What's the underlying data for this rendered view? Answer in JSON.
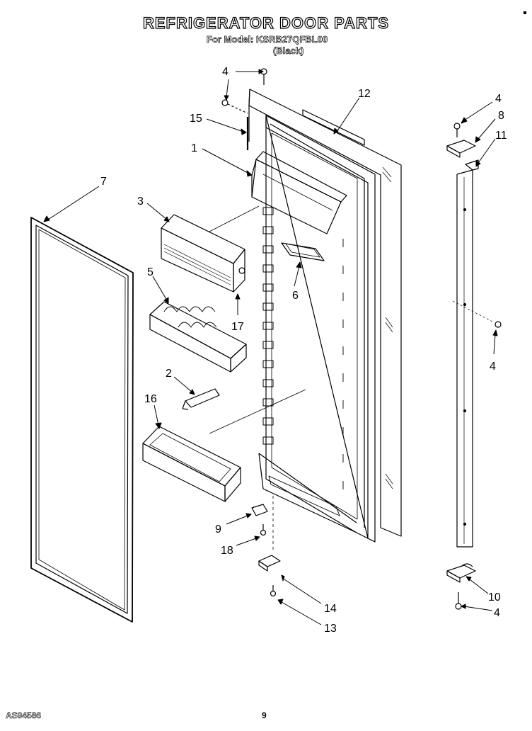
{
  "header": {
    "title": "REFRIGERATOR DOOR PARTS",
    "model_line": "For Model: KSRB27QFBL00",
    "color_line": "(Black)"
  },
  "footer": {
    "code": "AS94586",
    "page": "9"
  },
  "callouts": {
    "c4a": "4",
    "c15": "15",
    "c1": "1",
    "c12": "12",
    "c7": "7",
    "c3": "3",
    "c6": "6",
    "c5": "5",
    "c17": "17",
    "c2": "2",
    "c16": "16",
    "c9": "9",
    "c18": "18",
    "c14": "14",
    "c13": "13",
    "c4b": "4",
    "c8": "8",
    "c11": "11",
    "c4c": "4",
    "c10": "10",
    "c4d": "4"
  }
}
